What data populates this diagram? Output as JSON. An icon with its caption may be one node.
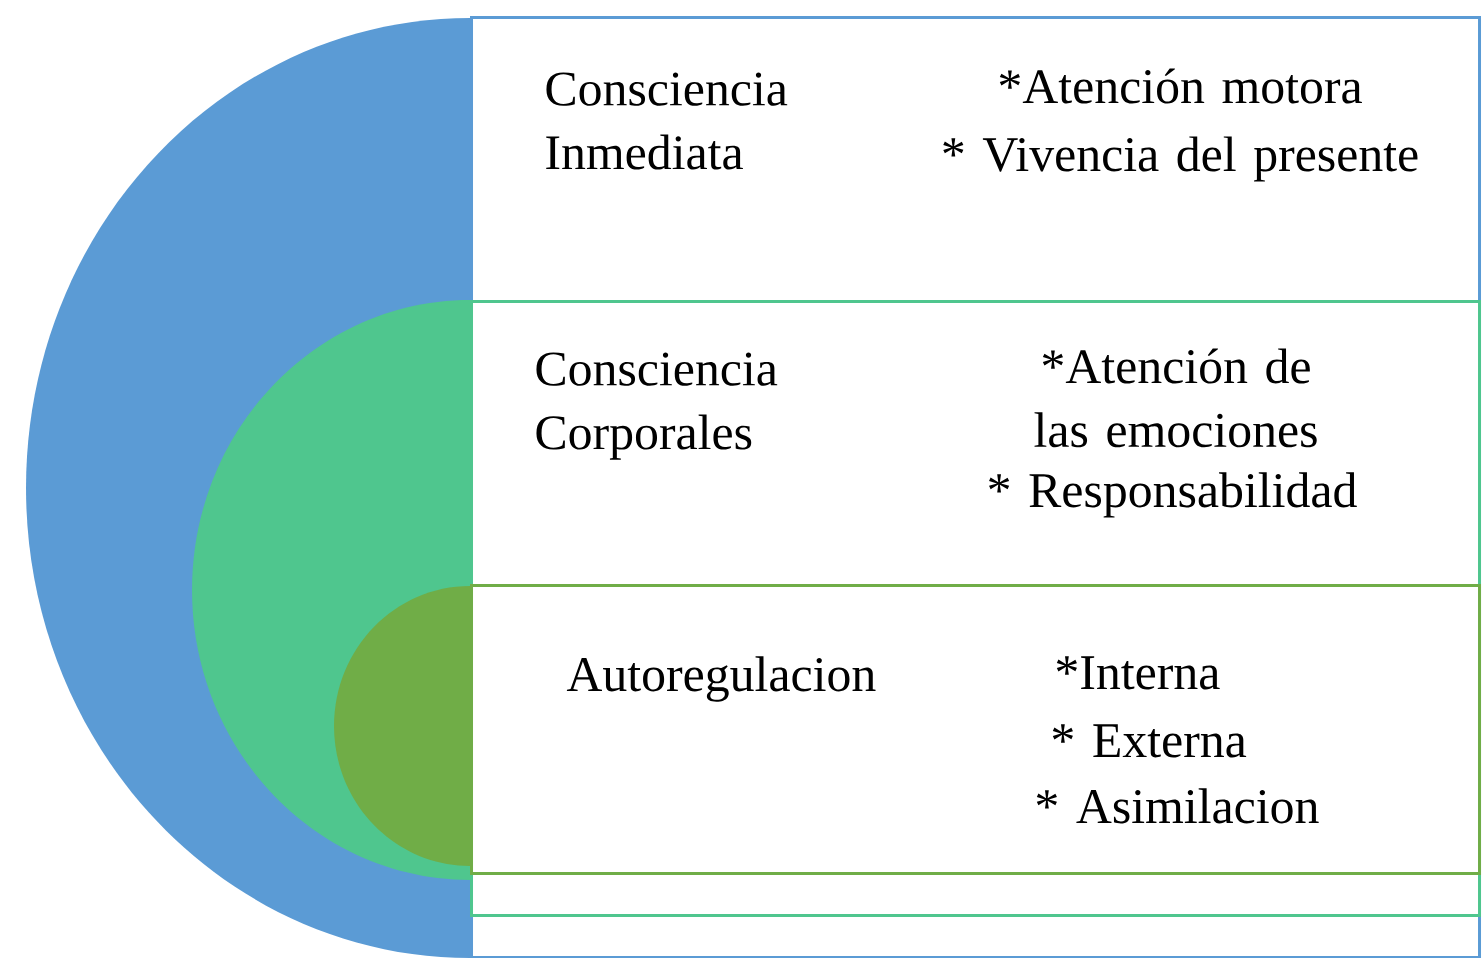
{
  "diagram": {
    "nodes": [
      {
        "text": [
          "Consciencia Inmediata",
          "*Atención motora",
          "* Vivencia del presente"
        ]
      },
      {
        "text": [
          "Consciencia Corporales",
          "*Atención de las emociones",
          "* Responsabilidad"
        ],
        "in": 0
      },
      {
        "text": [
          "Autoregulacion",
          "*Interna",
          "* Externa",
          "* Asimilacion"
        ],
        "in": 1
      }
    ]
  }
}
